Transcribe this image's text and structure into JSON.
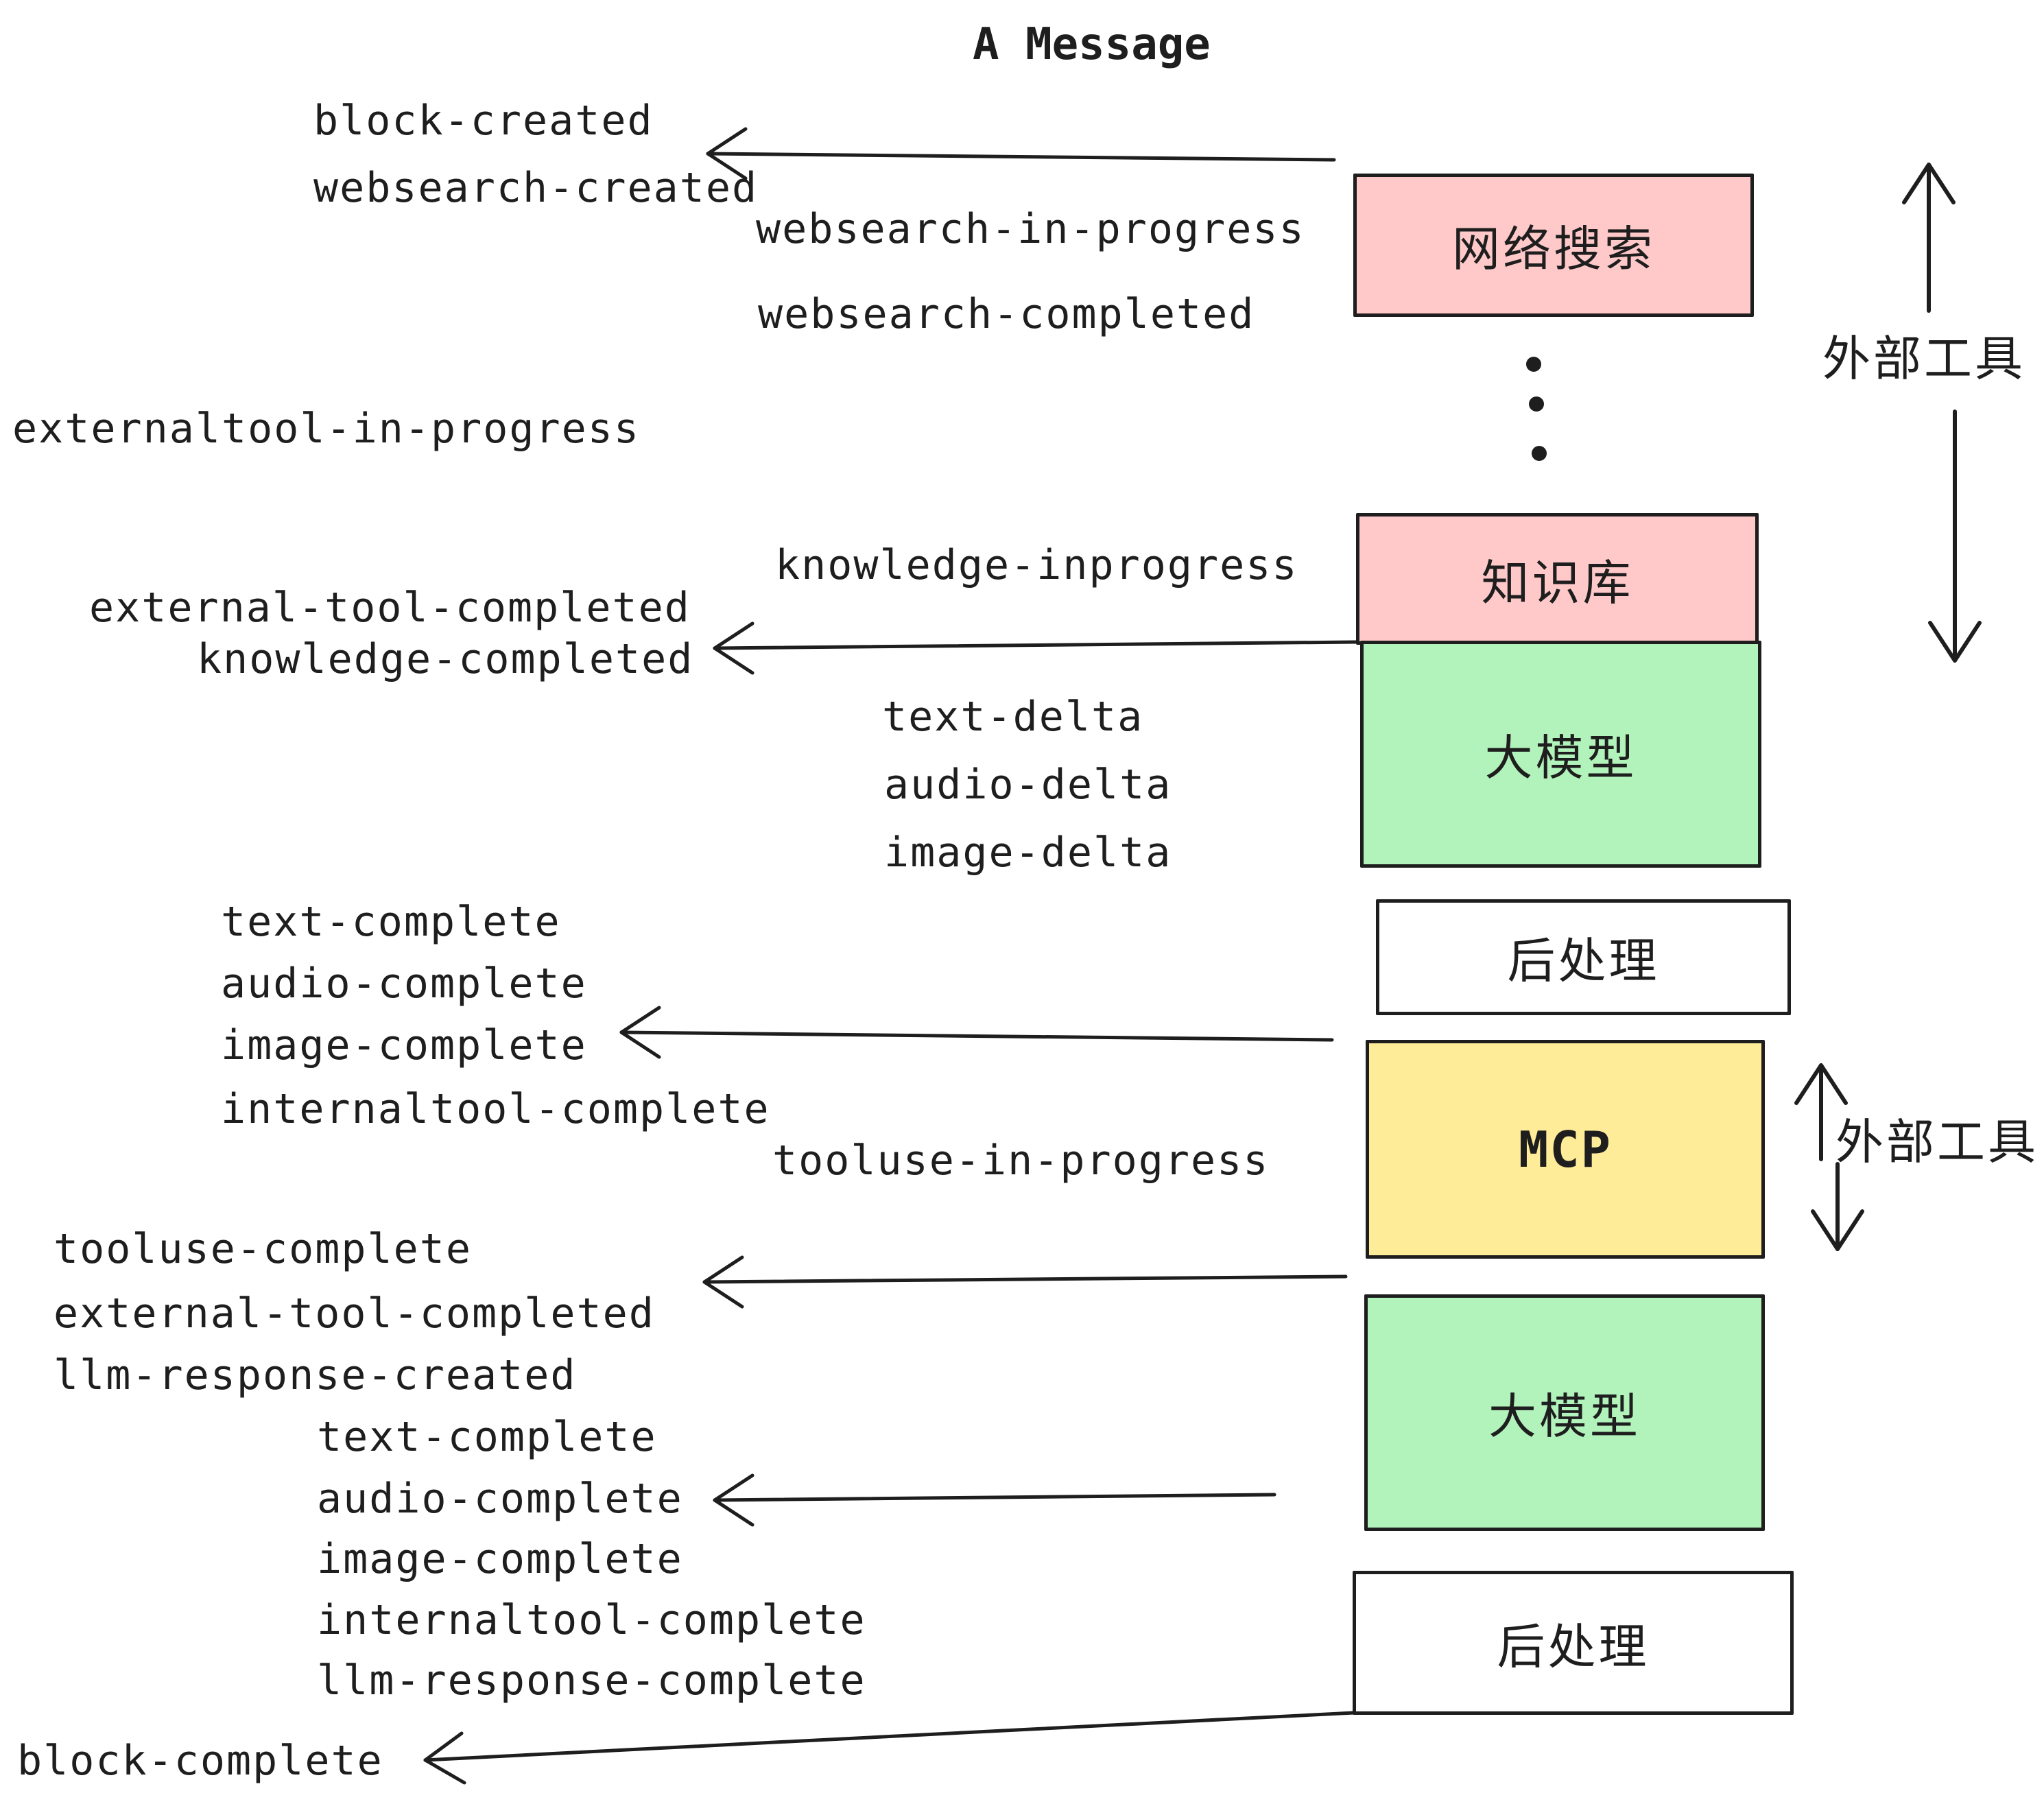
{
  "title": "A Message",
  "colors": {
    "pink": "#ffc9c9",
    "green": "#b2f2bb",
    "yellow": "#ffec99",
    "white": "#ffffff",
    "ink": "#1e1e1e"
  },
  "boxes": [
    {
      "id": "websearch",
      "label": "网络搜索"
    },
    {
      "id": "knowledge",
      "label": "知识库"
    },
    {
      "id": "llm-1",
      "label": "大模型"
    },
    {
      "id": "post-1",
      "label": "后处理"
    },
    {
      "id": "mcp",
      "label": "MCP"
    },
    {
      "id": "llm-2",
      "label": "大模型"
    },
    {
      "id": "post-2",
      "label": "后处理"
    }
  ],
  "side_labels": [
    {
      "text": "外部工具"
    },
    {
      "text": "外部工具"
    }
  ],
  "icons": [
    {
      "name": "ellipsis-dots-icon"
    },
    {
      "name": "arrow-left-icon"
    },
    {
      "name": "arrow-up-down-icon"
    }
  ],
  "events": [
    {
      "text": "block-created"
    },
    {
      "text": "websearch-created"
    },
    {
      "text": "websearch-in-progress"
    },
    {
      "text": "websearch-completed"
    },
    {
      "text": "externaltool-in-progress"
    },
    {
      "text": "knowledge-inprogress"
    },
    {
      "text": "external-tool-completed"
    },
    {
      "text": "knowledge-completed"
    },
    {
      "text": "text-delta"
    },
    {
      "text": "audio-delta"
    },
    {
      "text": "image-delta"
    },
    {
      "text": "text-complete"
    },
    {
      "text": "audio-complete"
    },
    {
      "text": "image-complete"
    },
    {
      "text": "internaltool-complete"
    },
    {
      "text": "tooluse-in-progress"
    },
    {
      "text": "tooluse-complete"
    },
    {
      "text": "external-tool-completed"
    },
    {
      "text": "llm-response-created"
    },
    {
      "text": "text-complete"
    },
    {
      "text": "audio-complete"
    },
    {
      "text": "image-complete"
    },
    {
      "text": "internaltool-complete"
    },
    {
      "text": "llm-response-complete"
    },
    {
      "text": "block-complete"
    }
  ]
}
